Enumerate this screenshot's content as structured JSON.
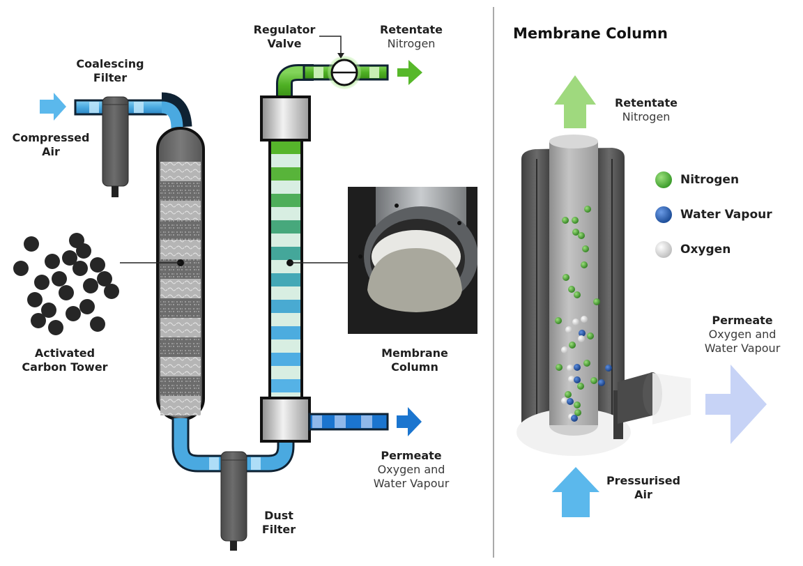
{
  "left_panel": {
    "compressed_air": {
      "line1": "Compressed",
      "line2": "Air"
    },
    "coalescing_filter": {
      "line1": "Coalescing",
      "line2": "Filter"
    },
    "regulator_valve": {
      "line1": "Regulator",
      "line2": "Valve"
    },
    "retentate": {
      "title": "Retentate",
      "subtitle": "Nitrogen"
    },
    "activated_carbon": {
      "line1": "Activated",
      "line2": "Carbon Tower"
    },
    "membrane_column": {
      "line1": "Membrane",
      "line2": "Column"
    },
    "permeate": {
      "title": "Permeate",
      "sub1": "Oxygen and",
      "sub2": "Water Vapour"
    },
    "dust_filter": {
      "line1": "Dust",
      "line2": "Filter"
    }
  },
  "right_panel": {
    "title": "Membrane Column",
    "retentate": {
      "title": "Retentate",
      "subtitle": "Nitrogen"
    },
    "permeate": {
      "title": "Permeate",
      "sub1": "Oxygen and",
      "sub2": "Water Vapour"
    },
    "pressurised_air": {
      "line1": "Pressurised",
      "line2": "Air"
    },
    "legend": [
      {
        "label": "Nitrogen",
        "color": "#3f9e2e"
      },
      {
        "label": "Water Vapour",
        "color": "#1f4f9a"
      },
      {
        "label": "Oxygen",
        "color": "#d6d6d6"
      }
    ]
  },
  "colors": {
    "air_blue": "#5bb8ec",
    "nitrogen_green": "#57b82a",
    "permeate_blue": "#1b75cf",
    "retentate_arrow_light": "#9fd97e",
    "permeate_arrow_light": "#c7d3f6"
  }
}
